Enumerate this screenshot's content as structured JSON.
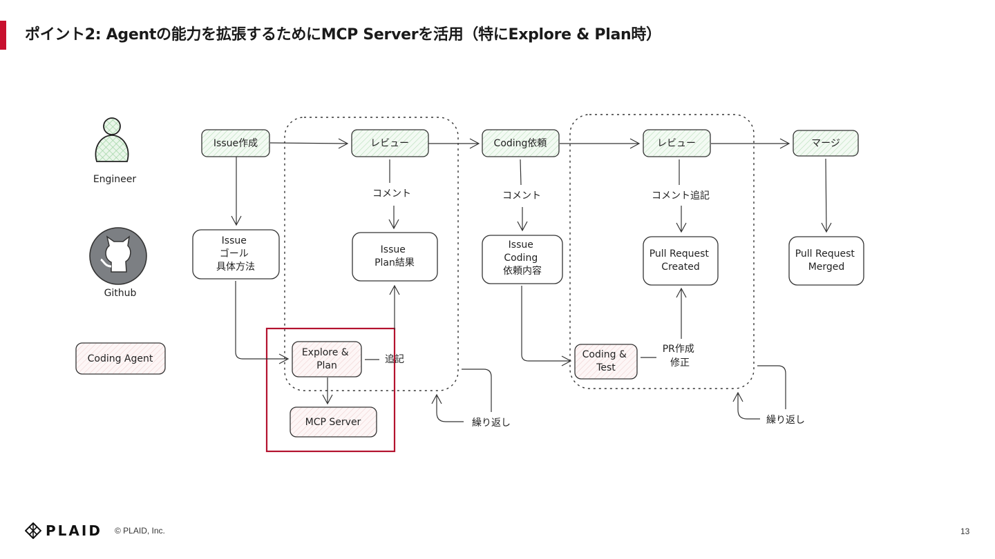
{
  "title": "ポイント2: Agentの能力を拡張するためにMCP Serverを活用（特にExplore & Plan時）",
  "lanes": {
    "engineer": "Engineer",
    "github": "Github",
    "agent": "Coding Agent"
  },
  "nodes": {
    "issue_create": [
      "Issue作成"
    ],
    "review1": [
      "レビュー"
    ],
    "coding_request": [
      "Coding依頼"
    ],
    "review2": [
      "レビュー"
    ],
    "merge": [
      "マージ"
    ],
    "issue_goal": [
      "Issue",
      "ゴール",
      "具体方法"
    ],
    "issue_plan": [
      "Issue",
      "Plan結果"
    ],
    "issue_coding": [
      "Issue",
      "Coding",
      "依頼内容"
    ],
    "pr_created": [
      "Pull Request",
      "Created"
    ],
    "pr_merged": [
      "Pull Request",
      "Merged"
    ],
    "explore_plan": [
      "Explore &",
      "Plan"
    ],
    "mcp_server": [
      "MCP Server"
    ],
    "coding_test": [
      "Coding &",
      "Test"
    ]
  },
  "edge_labels": {
    "comment1": [
      "コメント"
    ],
    "comment2": [
      "コメント"
    ],
    "comment_append": [
      "コメント追記"
    ],
    "append": [
      "追記"
    ],
    "pr_fix": [
      "PR作成",
      "修正"
    ],
    "repeat1": [
      "繰り返し"
    ],
    "repeat2": [
      "繰り返し"
    ]
  },
  "colors": {
    "accent": "#c8102e",
    "green_fill": "#eef7ee",
    "pink_fill": "#fbf1f1",
    "stroke": "#333333"
  },
  "footer": {
    "brand": "PLAID",
    "copyright": "© PLAID, Inc.",
    "page_number": "13"
  }
}
